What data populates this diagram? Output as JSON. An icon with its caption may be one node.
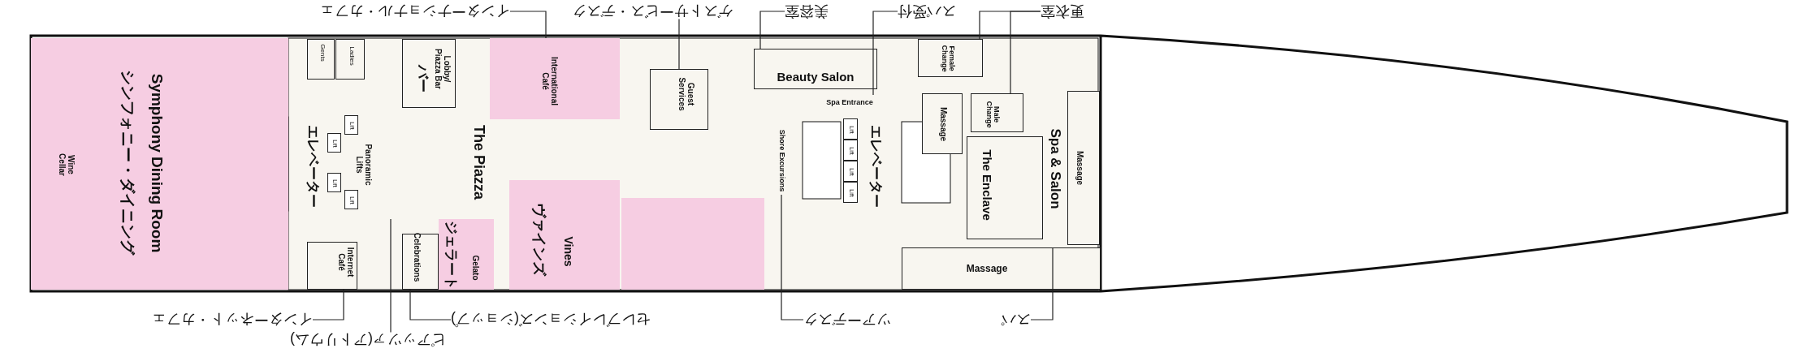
{
  "diagram": {
    "nodes": [
      {
        "text": [
          "Symphony Dining Room",
          "シンフォニー・ダイニング"
        ]
      },
      {
        "text": [
          "Wine Cellar"
        ],
        "in": 0
      },
      {
        "text": [
          "Gents"
        ]
      },
      {
        "text": [
          "Ladies"
        ]
      },
      {
        "text": [
          "Lobby/ Piazza Bar",
          "バー"
        ]
      },
      {
        "text": [
          "Lift"
        ]
      },
      {
        "text": [
          "Lift"
        ]
      },
      {
        "text": [
          "Lift"
        ]
      },
      {
        "text": [
          "Lift"
        ]
      },
      {
        "text": [
          "Internet Café"
        ]
      },
      {
        "text": [
          "Celebrations"
        ]
      },
      {
        "text": [
          "International Café"
        ]
      },
      {
        "text": [
          "The Piazza"
        ]
      },
      {
        "text": [
          "Gelato",
          "ジェラート"
        ]
      },
      {
        "text": [
          "Vines",
          "ヴァインズ"
        ]
      },
      {
        "text": [
          "Guest Services"
        ]
      },
      {
        "text": [
          "Beauty Salon"
        ]
      },
      {
        "text": [
          "Spa Entrance"
        ]
      },
      {
        "text": [
          "Shore Excursions"
        ]
      },
      {
        "text": [],
        "shape": "box"
      },
      {
        "text": [
          "Lift"
        ]
      },
      {
        "text": [
          "Lift"
        ]
      },
      {
        "text": [
          "Lift"
        ]
      },
      {
        "text": [
          "Lift"
        ]
      },
      {
        "text": [
          "Female Change"
        ]
      },
      {
        "text": [
          "Massage"
        ]
      },
      {
        "text": [
          "Male Change"
        ]
      },
      {
        "text": [
          "The Enclave"
        ]
      },
      {
        "text": [
          "Spa & Salon"
        ]
      },
      {
        "text": [
          "Massage"
        ]
      },
      {
        "text": [
          "Massage"
        ]
      },
      {
        "text": [
          "インターナショナル・カフェ"
        ]
      },
      {
        "text": [
          "ゲストサービス・デスク"
        ]
      },
      {
        "text": [
          "美容室"
        ]
      },
      {
        "text": [
          "スパ受付"
        ]
      },
      {
        "text": [
          "更衣室"
        ]
      },
      {
        "text": [
          "インターネット・カフェ"
        ]
      },
      {
        "text": [
          "ピアッツァ(アトリウム)"
        ]
      },
      {
        "text": [
          "セレブレイションズ(ショップ)"
        ]
      },
      {
        "text": [
          "ツアーデスク"
        ]
      },
      {
        "text": [
          "スパ"
        ]
      }
    ],
    "edges": [
      {
        "from": 31,
        "to": 11,
        "arrow": "none"
      },
      {
        "from": 32,
        "to": 15,
        "arrow": "none"
      },
      {
        "from": 33,
        "to": 16,
        "arrow": "none"
      },
      {
        "from": 34,
        "to": 17,
        "arrow": "none"
      },
      {
        "from": 35,
        "to": 24,
        "arrow": "none"
      },
      {
        "from": 35,
        "to": 26,
        "arrow": "none"
      },
      {
        "from": 36,
        "to": 9,
        "arrow": "none"
      },
      {
        "from": 37,
        "to": 12,
        "arrow": "none"
      },
      {
        "from": 38,
        "to": 10,
        "arrow": "none"
      },
      {
        "from": 39,
        "to": 18,
        "arrow": "none"
      },
      {
        "from": 40,
        "to": 28,
        "arrow": "none"
      }
    ],
    "labels": [
      "エレベーター",
      "Panoramic Lifts",
      "エレベーター"
    ]
  }
}
